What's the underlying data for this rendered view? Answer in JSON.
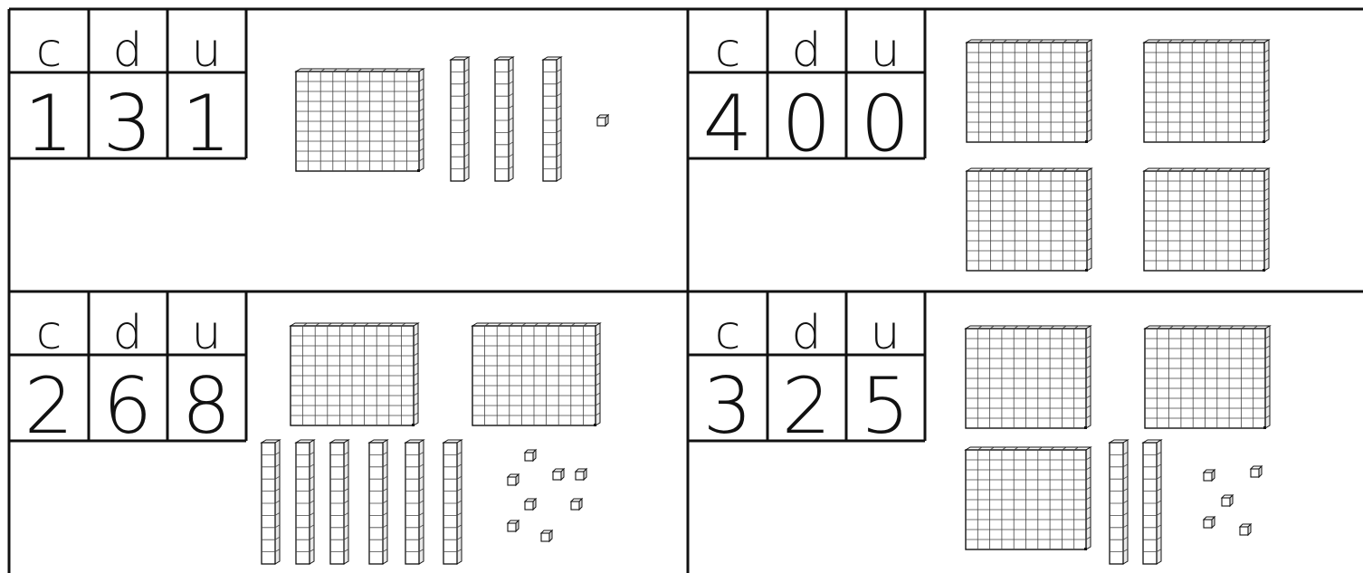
{
  "headers": [
    "c",
    "d",
    "u"
  ],
  "exercises": [
    {
      "digits": [
        "1",
        "3",
        "1"
      ],
      "hundreds": 1,
      "tens": 3,
      "units": 1
    },
    {
      "digits": [
        "4",
        "0",
        "0"
      ],
      "hundreds": 4,
      "tens": 0,
      "units": 0
    },
    {
      "digits": [
        "2",
        "6",
        "8"
      ],
      "hundreds": 2,
      "tens": 6,
      "units": 8
    },
    {
      "digits": [
        "3",
        "2",
        "5"
      ],
      "hundreds": 3,
      "tens": 2,
      "units": 5
    }
  ],
  "colors": {
    "ink": "#111111",
    "grid": "#444444",
    "paper": "#ffffff"
  }
}
